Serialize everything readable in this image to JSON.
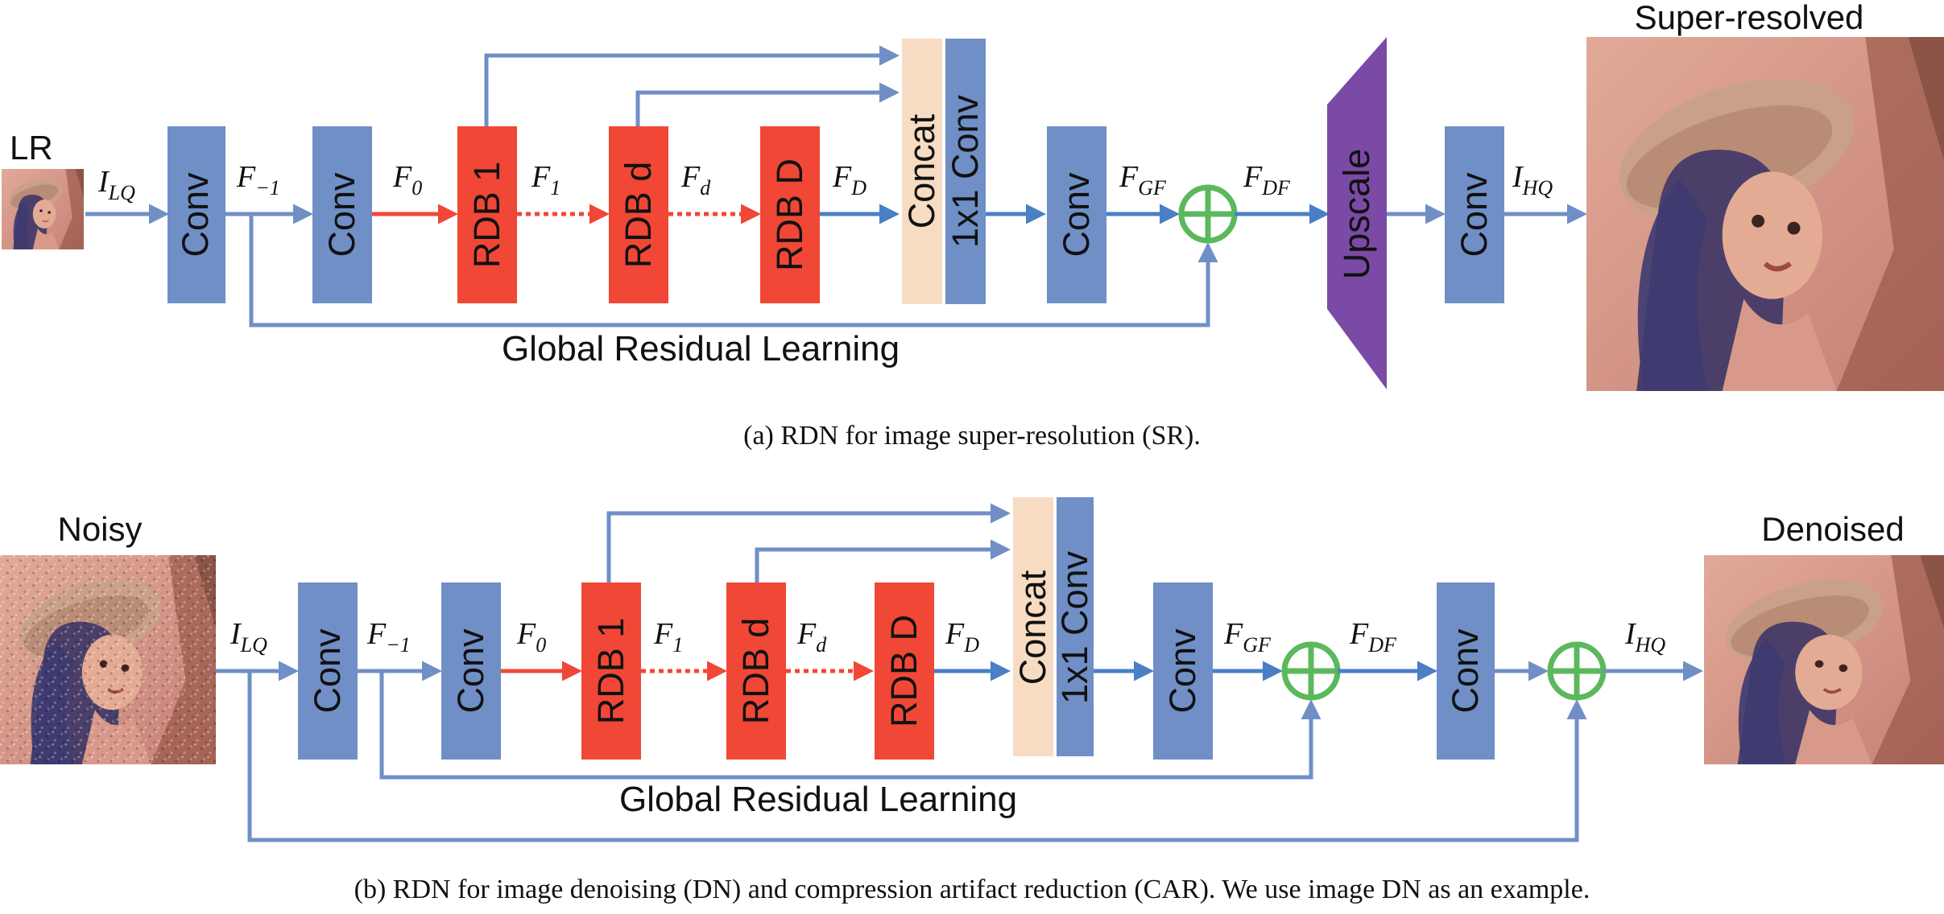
{
  "panel_a": {
    "input_label": "LR",
    "output_label": "Super-resolved",
    "caption": "(a) RDN for image super-resolution (SR).",
    "conv1": "Conv",
    "conv2": "Conv",
    "rdb1": "RDB 1",
    "rdbd": "RDB d",
    "rdbD": "RDB D",
    "concat": "Concat",
    "fuse": "1x1 Conv",
    "conv3": "Conv",
    "upscale": "Upscale",
    "conv4": "Conv",
    "global_residual": "Global Residual Learning",
    "math": {
      "I_LQ": {
        "base": "I",
        "sub": "LQ"
      },
      "F_m1": {
        "base": "F",
        "sub": "−1"
      },
      "F_0": {
        "base": "F",
        "sub": "0"
      },
      "F_1": {
        "base": "F",
        "sub": "1"
      },
      "F_d": {
        "base": "F",
        "sub": "d"
      },
      "F_D": {
        "base": "F",
        "sub": "D"
      },
      "F_GF": {
        "base": "F",
        "sub": "GF"
      },
      "F_DF": {
        "base": "F",
        "sub": "DF"
      },
      "I_HQ": {
        "base": "I",
        "sub": "HQ"
      }
    }
  },
  "panel_b": {
    "input_label": "Noisy",
    "output_label": "Denoised",
    "caption": "(b) RDN for image denoising (DN) and compression artifact reduction (CAR). We use image DN as an example.",
    "conv1": "Conv",
    "conv2": "Conv",
    "rdb1": "RDB 1",
    "rdbd": "RDB d",
    "rdbD": "RDB D",
    "concat": "Concat",
    "fuse": "1x1 Conv",
    "conv3": "Conv",
    "conv4": "Conv",
    "global_residual": "Global Residual Learning",
    "math": {
      "I_LQ": {
        "base": "I",
        "sub": "LQ"
      },
      "F_m1": {
        "base": "F",
        "sub": "−1"
      },
      "F_0": {
        "base": "F",
        "sub": "0"
      },
      "F_1": {
        "base": "F",
        "sub": "1"
      },
      "F_d": {
        "base": "F",
        "sub": "d"
      },
      "F_D": {
        "base": "F",
        "sub": "D"
      },
      "F_GF": {
        "base": "F",
        "sub": "GF"
      },
      "F_DF": {
        "base": "F",
        "sub": "DF"
      },
      "I_HQ": {
        "base": "I",
        "sub": "HQ"
      }
    }
  },
  "colors": {
    "conv": "#6f8fc6",
    "rdb": "#f04736",
    "concat": "#f7dcc3",
    "upscale": "#7b4aa6",
    "sum": "#5cb85c",
    "arrow_blue": "#4a7fc6",
    "arrow_red": "#f04736"
  },
  "icons": {
    "sum": "circle-plus-icon",
    "lr_photo": "portrait-photo",
    "sr_photo": "portrait-photo",
    "noisy_photo": "portrait-photo",
    "denoised_photo": "portrait-photo"
  }
}
